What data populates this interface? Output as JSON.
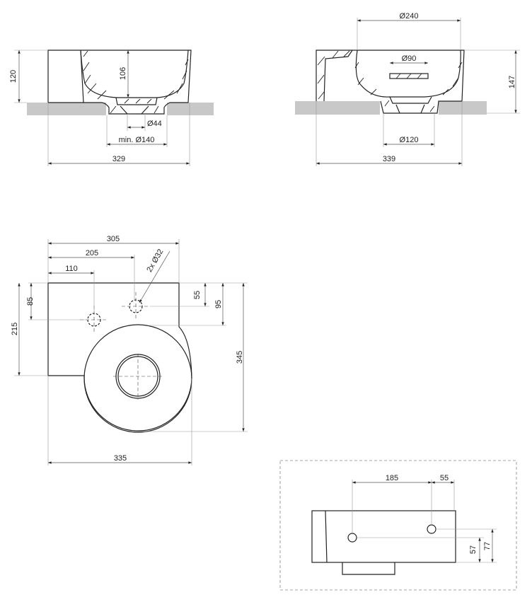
{
  "front_section": {
    "height": "120",
    "inner_depth": "106",
    "drain_diameter": "Ø44",
    "cutout": "min. Ø140",
    "width": "329"
  },
  "side_section": {
    "bowl_diameter": "Ø240",
    "overflow_diameter": "Ø90",
    "height": "147",
    "base_diameter": "Ø120",
    "width": "339"
  },
  "plan_view": {
    "width_top": "305",
    "hole_x2": "205",
    "hole_x1": "110",
    "holes": "2x Ø32",
    "hole_y1": "85",
    "left_depth": "215",
    "hole_y2": "55",
    "hole_y2b": "95",
    "depth": "345",
    "width": "335"
  },
  "wall_view": {
    "spacing": "185",
    "offset": "55",
    "height1": "57",
    "height2": "77"
  }
}
